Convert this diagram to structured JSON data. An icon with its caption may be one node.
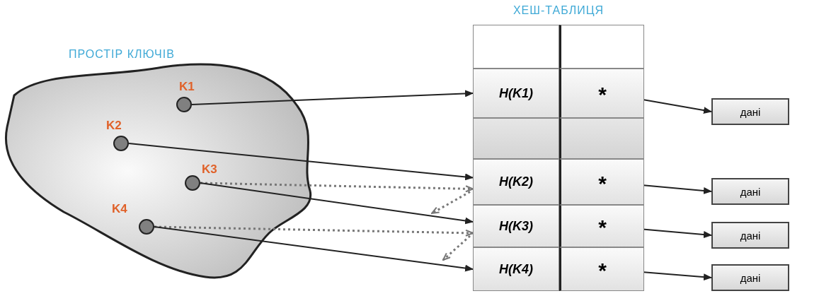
{
  "diagram": {
    "nodes": [
      {
        "text": [
          "ПРОСТІР КЛЮЧІВ"
        ]
      },
      {
        "text": [
          "K1"
        ],
        "in": 0
      },
      {
        "text": [
          "K2"
        ],
        "in": 0
      },
      {
        "text": [
          "K3"
        ],
        "in": 0
      },
      {
        "text": [
          "K4"
        ],
        "in": 0
      },
      {
        "text": [
          "ХЕШ-ТАБЛИЦЯ"
        ]
      },
      {
        "text": [],
        "shape": "box",
        "in": 5
      },
      {
        "text": [],
        "shape": "box",
        "in": 5
      },
      {
        "text": [
          "H(K1)"
        ],
        "in": 5
      },
      {
        "text": [
          "*"
        ],
        "in": 5
      },
      {
        "text": [],
        "shape": "box",
        "in": 5
      },
      {
        "text": [],
        "shape": "box",
        "in": 5
      },
      {
        "text": [
          "H(K2)"
        ],
        "in": 5
      },
      {
        "text": [
          "*"
        ],
        "in": 5
      },
      {
        "text": [
          "H(K3)"
        ],
        "in": 5
      },
      {
        "text": [
          "*"
        ],
        "in": 5
      },
      {
        "text": [
          "H(K4)"
        ],
        "in": 5
      },
      {
        "text": [
          "*"
        ],
        "in": 5
      },
      {
        "text": [
          "дані"
        ]
      },
      {
        "text": [
          "дані"
        ]
      },
      {
        "text": [
          "дані"
        ]
      },
      {
        "text": [
          "дані"
        ]
      }
    ],
    "edges": [
      {
        "from": 1,
        "to": 8,
        "arrow": "to"
      },
      {
        "from": 2,
        "to": 12,
        "arrow": "to"
      },
      {
        "from": 3,
        "to": 12,
        "arrow": "to",
        "style": "dashed",
        "color": "#777777"
      },
      {
        "from": 3,
        "to": 14,
        "arrow": "to"
      },
      {
        "from": 4,
        "to": 14,
        "arrow": "to",
        "style": "dashed",
        "color": "#777777"
      },
      {
        "from": 4,
        "to": 16,
        "arrow": "to"
      },
      {
        "from": 12,
        "to": null,
        "arrow": "to",
        "style": "dashed",
        "color": "#777777"
      },
      {
        "from": 14,
        "to": null,
        "arrow": "to",
        "style": "dashed",
        "color": "#777777"
      },
      {
        "from": 9,
        "to": 18,
        "arrow": "to"
      },
      {
        "from": 13,
        "to": 19,
        "arrow": "to"
      },
      {
        "from": 15,
        "to": 20,
        "arrow": "to"
      },
      {
        "from": 17,
        "to": 21,
        "arrow": "to"
      }
    ]
  }
}
